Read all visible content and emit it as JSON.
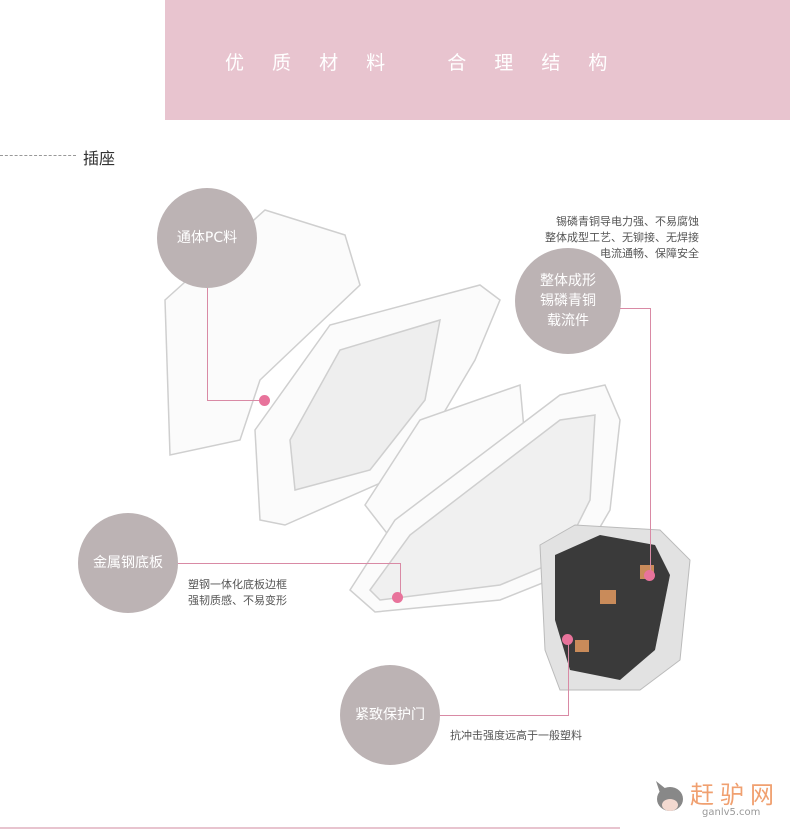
{
  "banner": {
    "title": "优 质 材 料   合 理 结 构"
  },
  "section": {
    "title": "插座"
  },
  "callouts": [
    {
      "label": "通体PC料"
    },
    {
      "label": "整体成形\n锡磷青铜\n载流件",
      "note": "锡磷青铜导电力强、不易腐蚀\n整体成型工艺、无铆接、无焊接\n电流通畅、保障安全"
    },
    {
      "label": "金属钢底板",
      "note": "塑钢一体化底板边框\n强韧质感、不易变形"
    },
    {
      "label": "紧致保护门",
      "note": "抗冲击强度远高于一般塑料"
    }
  ],
  "watermark": {
    "name": "赶驴网",
    "url": "ganlv5.com"
  },
  "colors": {
    "banner": "#e8c4cf",
    "circle": "#bcb3b4",
    "accent": "#e8739b"
  }
}
